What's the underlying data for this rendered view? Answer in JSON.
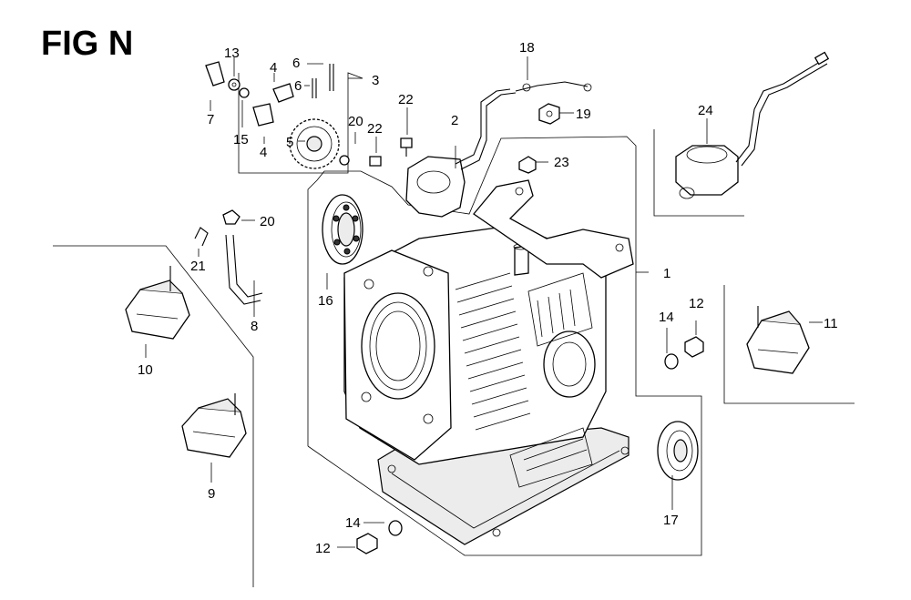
{
  "figure": {
    "title": "FIG N"
  },
  "callouts": {
    "c1": "1",
    "c2": "2",
    "c3": "3",
    "c4a": "4",
    "c4b": "4",
    "c5": "5",
    "c6a": "6",
    "c6b": "6",
    "c7": "7",
    "c8": "8",
    "c9": "9",
    "c10": "10",
    "c11": "11",
    "c12a": "12",
    "c12b": "12",
    "c13": "13",
    "c14a": "14",
    "c14b": "14",
    "c15": "15",
    "c16": "16",
    "c17": "17",
    "c18": "18",
    "c19": "19",
    "c20a": "20",
    "c20b": "20",
    "c21": "21",
    "c22a": "22",
    "c22b": "22",
    "c23": "23",
    "c24": "24"
  }
}
